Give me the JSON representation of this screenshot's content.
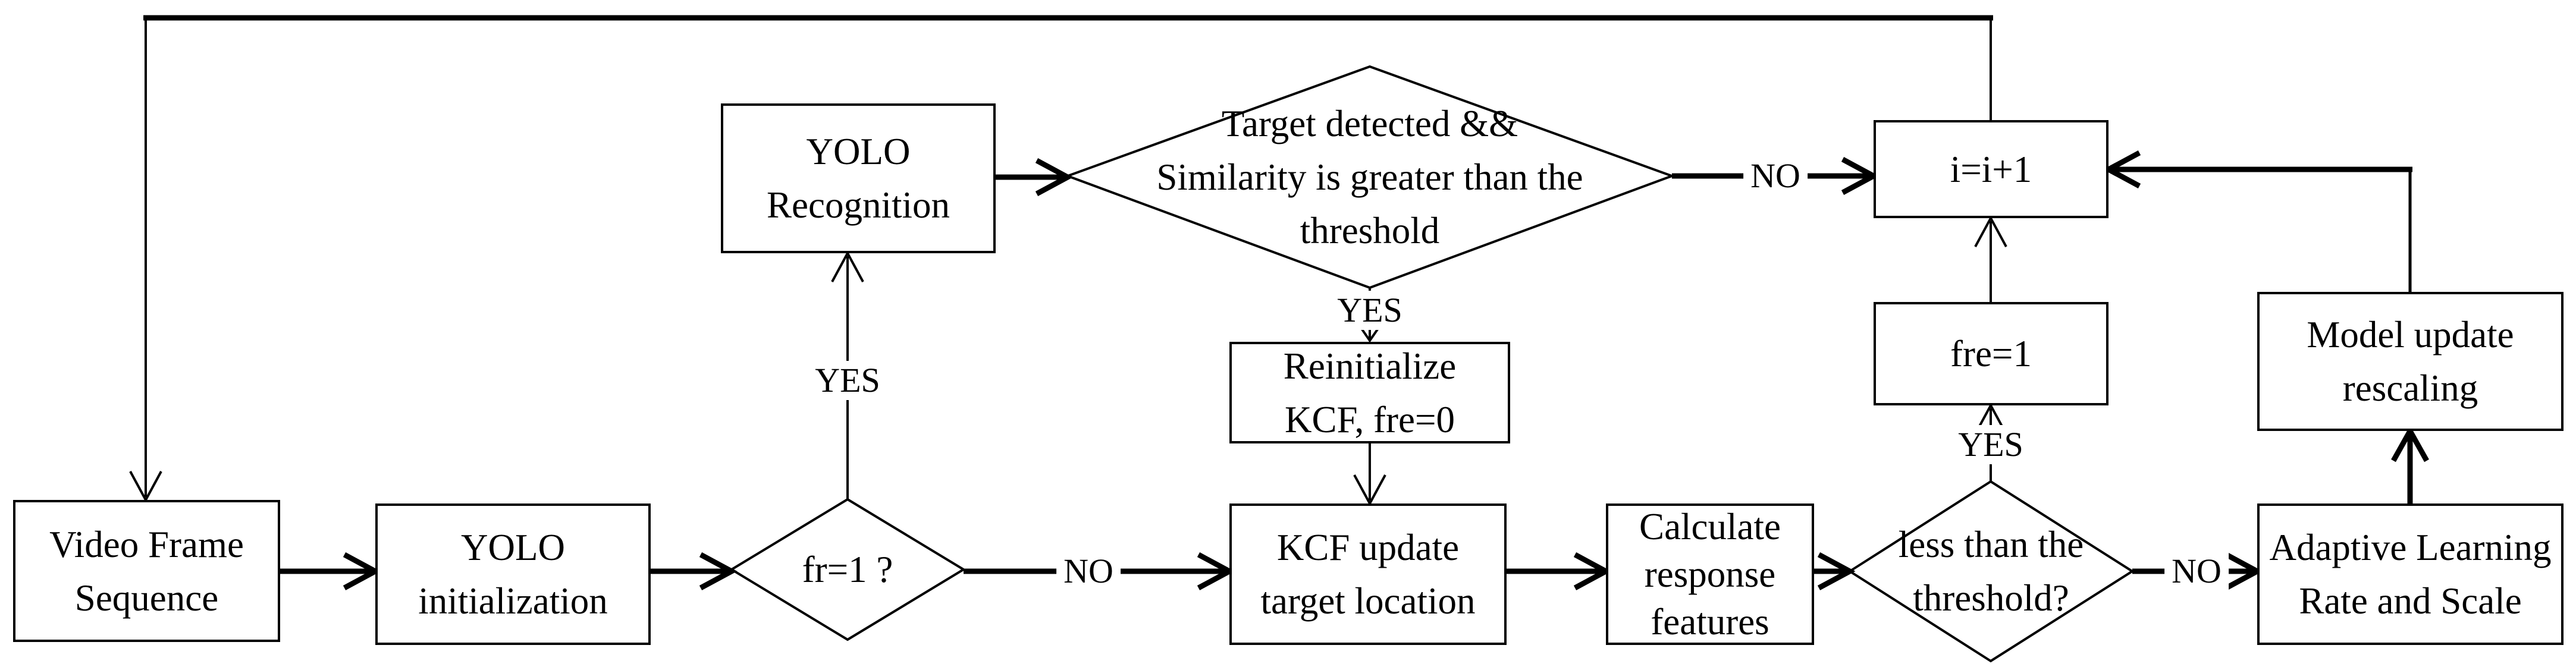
{
  "nodes": {
    "video_frame_sequence": {
      "lines": [
        "Video Frame",
        "Sequence"
      ]
    },
    "yolo_initialization": {
      "lines": [
        "YOLO",
        "initialization"
      ]
    },
    "yolo_recognition": {
      "lines": [
        "YOLO",
        "Recognition"
      ]
    },
    "reinitialize_kcf": {
      "lines": [
        "Reinitialize",
        "KCF, fre=0"
      ]
    },
    "kcf_update": {
      "lines": [
        "KCF update",
        "target location"
      ]
    },
    "calculate_response": {
      "lines": [
        "Calculate",
        "response",
        "features"
      ]
    },
    "fre_1": {
      "lines": [
        "fre=1"
      ]
    },
    "i_plus_1": {
      "lines": [
        "i=i+1"
      ]
    },
    "model_update": {
      "lines": [
        "Model update",
        "rescaling"
      ]
    },
    "adaptive_learning": {
      "lines": [
        "Adaptive Learning",
        "Rate and Scale"
      ]
    }
  },
  "decisions": {
    "fr1": {
      "lines": [
        "fr=1 ?"
      ]
    },
    "target_detected": {
      "lines": [
        "Target detected &&",
        "Similarity is greater than the",
        "threshold"
      ]
    },
    "less_than_threshold": {
      "lines": [
        "less than the",
        "threshold?"
      ]
    }
  },
  "edge_labels": {
    "fr1_yes": "YES",
    "fr1_no": "NO",
    "detected_yes": "YES",
    "detected_no": "NO",
    "threshold_yes": "YES",
    "threshold_no": "NO"
  },
  "connections": [
    {
      "from": "video_frame_sequence",
      "to": "yolo_initialization",
      "label": null
    },
    {
      "from": "yolo_initialization",
      "to": "fr1",
      "label": null
    },
    {
      "from": "fr1",
      "to": "yolo_recognition",
      "label": "YES"
    },
    {
      "from": "fr1",
      "to": "kcf_update",
      "label": "NO"
    },
    {
      "from": "yolo_recognition",
      "to": "target_detected",
      "label": null
    },
    {
      "from": "target_detected",
      "to": "reinitialize_kcf",
      "label": "YES"
    },
    {
      "from": "target_detected",
      "to": "i_plus_1",
      "label": "NO"
    },
    {
      "from": "reinitialize_kcf",
      "to": "kcf_update",
      "label": null
    },
    {
      "from": "kcf_update",
      "to": "calculate_response",
      "label": null
    },
    {
      "from": "calculate_response",
      "to": "less_than_threshold",
      "label": null
    },
    {
      "from": "less_than_threshold",
      "to": "fre_1",
      "label": "YES"
    },
    {
      "from": "less_than_threshold",
      "to": "adaptive_learning",
      "label": "NO"
    },
    {
      "from": "fre_1",
      "to": "i_plus_1",
      "label": null
    },
    {
      "from": "adaptive_learning",
      "to": "model_update",
      "label": null
    },
    {
      "from": "model_update",
      "to": "i_plus_1",
      "label": null
    },
    {
      "from": "i_plus_1",
      "to": "video_frame_sequence",
      "label": null
    }
  ],
  "colors": {
    "line": "#000000",
    "background": "#ffffff"
  }
}
